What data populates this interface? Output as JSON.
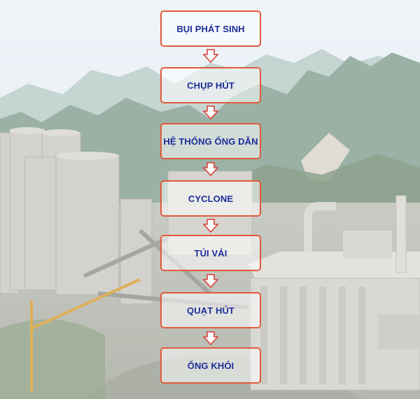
{
  "flow": {
    "steps": [
      {
        "label": "BỤI PHÁT SINH"
      },
      {
        "label": "CHỤP HÚT"
      },
      {
        "label": "HỆ THỐNG ỐNG DẪN"
      },
      {
        "label": "CYCLONE"
      },
      {
        "label": "TÚI VẢI"
      },
      {
        "label": "QUẠT HÚT"
      },
      {
        "label": "ỐNG KHÓI"
      }
    ],
    "box_border_color": "#e05a3c",
    "text_color": "#1d2e9a",
    "arrow_color": "#d8403a"
  },
  "background": {
    "description_icon": "industrial-cement-plant-photo",
    "sky_color": "#e3ecf4",
    "mountain_color": "#6f8d82"
  }
}
